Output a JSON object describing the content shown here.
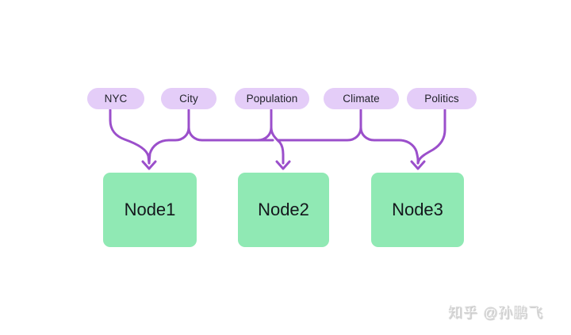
{
  "diagram": {
    "pills": [
      {
        "id": "nyc",
        "label": "NYC"
      },
      {
        "id": "city",
        "label": "City"
      },
      {
        "id": "population",
        "label": "Population"
      },
      {
        "id": "climate",
        "label": "Climate"
      },
      {
        "id": "politics",
        "label": "Politics"
      }
    ],
    "nodes": [
      {
        "id": "node1",
        "label": "Node1"
      },
      {
        "id": "node2",
        "label": "Node2"
      },
      {
        "id": "node3",
        "label": "Node3"
      }
    ],
    "edges": [
      {
        "from": "NYC",
        "to": "Node1"
      },
      {
        "from": "City",
        "to": "Node1"
      },
      {
        "from": "Population",
        "to": "Node2"
      },
      {
        "from": "Climate",
        "to": "Node3"
      },
      {
        "from": "Politics",
        "to": "Node3"
      }
    ],
    "colors": {
      "background": "#ffffff",
      "pill_fill": "#e4cdf8",
      "pill_text": "#23242c",
      "node_fill": "#90e9b4",
      "node_text": "#14171c",
      "connector": "#9b4fcb",
      "watermark_text": "#d6d6d6"
    }
  },
  "watermark": {
    "text": "知乎 @孙鹏飞"
  }
}
